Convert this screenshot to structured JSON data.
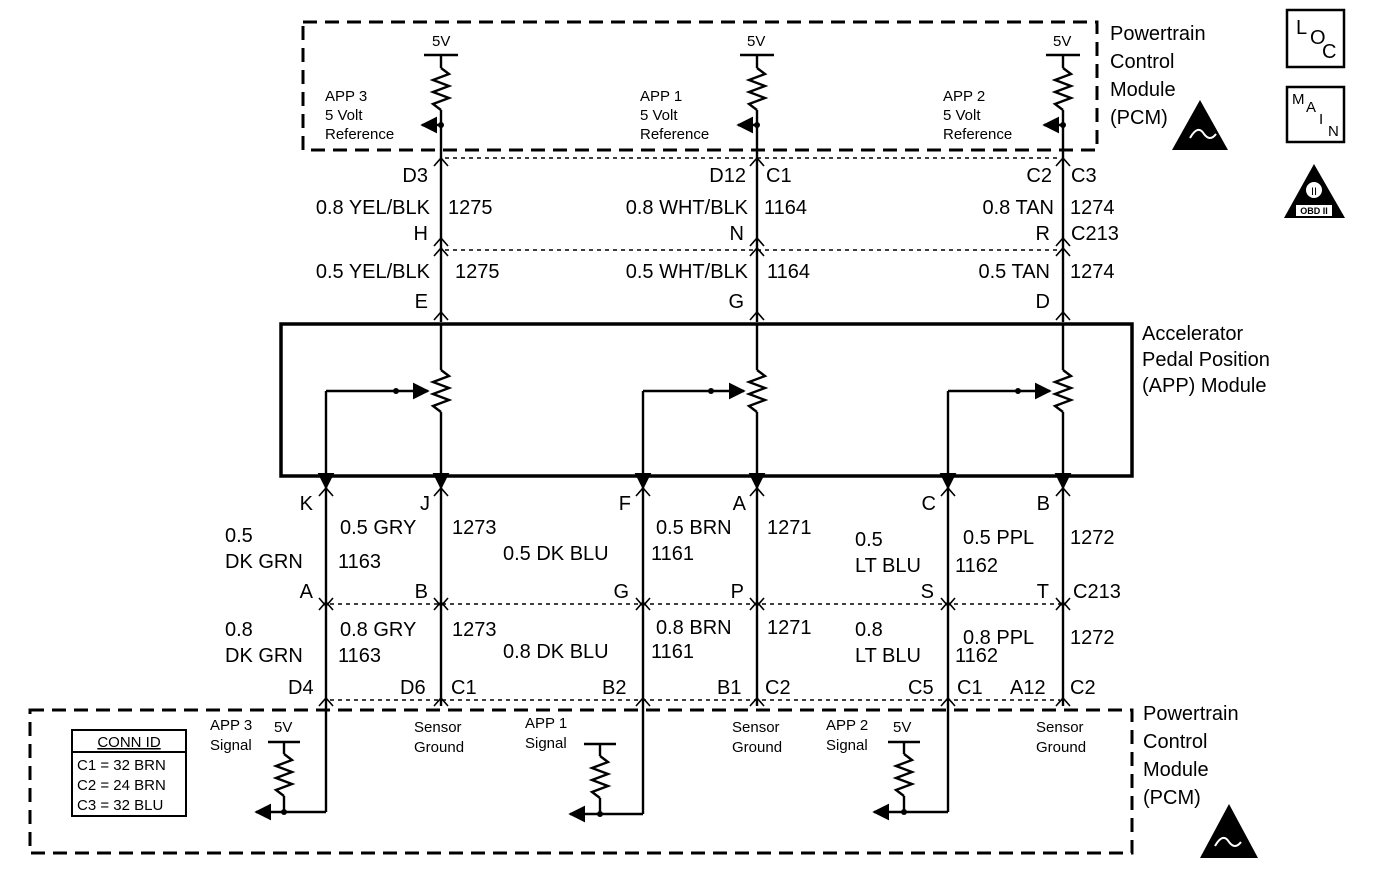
{
  "pcm_top": {
    "label_lines": [
      "Powertrain",
      "Control",
      "Module",
      "(PCM)"
    ],
    "channels": [
      {
        "id": "app3",
        "supply": "5V",
        "ref_lines": [
          "APP 3",
          "5 Volt",
          "Reference"
        ]
      },
      {
        "id": "app1",
        "supply": "5V",
        "ref_lines": [
          "APP 1",
          "5 Volt",
          "Reference"
        ]
      },
      {
        "id": "app2",
        "supply": "5V",
        "ref_lines": [
          "APP 2",
          "5 Volt",
          "Reference"
        ]
      }
    ]
  },
  "upper_harness": {
    "pcm_pins": [
      {
        "pin": "D3",
        "conn": ""
      },
      {
        "pin": "D12",
        "conn": "C1"
      },
      {
        "pin": "C2",
        "conn": "C3"
      }
    ],
    "wires_08": [
      {
        "wire": "0.8 YEL/BLK",
        "circuit": "1275"
      },
      {
        "wire": "0.8 WHT/BLK",
        "circuit": "1164"
      },
      {
        "wire": "0.8 TAN",
        "circuit": "1274"
      }
    ],
    "c213_pins": [
      "H",
      "N",
      "R"
    ],
    "c213_label": "C213",
    "wires_05": [
      {
        "wire": "0.5 YEL/BLK",
        "circuit": "1275"
      },
      {
        "wire": "0.5 WHT/BLK",
        "circuit": "1164"
      },
      {
        "wire": "0.5 TAN",
        "circuit": "1274"
      }
    ],
    "app_pins": [
      "E",
      "G",
      "D"
    ]
  },
  "app_module": {
    "label_lines": [
      "Accelerator",
      "Pedal Position",
      "(APP) Module"
    ]
  },
  "lower_harness": {
    "app_pins": [
      "K",
      "J",
      "F",
      "A",
      "C",
      "B"
    ],
    "wires_05": [
      {
        "wire_lines": [
          "0.5",
          "DK GRN"
        ],
        "circuit": "1163"
      },
      {
        "wire_lines": [
          "0.5 GRY"
        ],
        "circuit": "1273"
      },
      {
        "wire_lines": [
          "0.5 DK BLU"
        ],
        "circuit": "1161"
      },
      {
        "wire_lines": [
          "0.5 BRN"
        ],
        "circuit": "1271"
      },
      {
        "wire_lines": [
          "0.5",
          "LT BLU"
        ],
        "circuit": "1162"
      },
      {
        "wire_lines": [
          "0.5 PPL"
        ],
        "circuit": "1272"
      }
    ],
    "c213_pins": [
      "A",
      "B",
      "G",
      "P",
      "S",
      "T"
    ],
    "c213_label": "C213",
    "wires_08": [
      {
        "wire_lines": [
          "0.8",
          "DK GRN"
        ],
        "circuit": "1163"
      },
      {
        "wire_lines": [
          "0.8 GRY"
        ],
        "circuit": "1273"
      },
      {
        "wire_lines": [
          "0.8 DK BLU"
        ],
        "circuit": "1161"
      },
      {
        "wire_lines": [
          "0.8 BRN"
        ],
        "circuit": "1271"
      },
      {
        "wire_lines": [
          "0.8",
          "LT BLU"
        ],
        "circuit": "1162"
      },
      {
        "wire_lines": [
          "0.8 PPL"
        ],
        "circuit": "1272"
      }
    ],
    "pcm_pins": [
      {
        "pin": "D4",
        "conn": ""
      },
      {
        "pin": "D6",
        "conn": "C1"
      },
      {
        "pin": "B2",
        "conn": ""
      },
      {
        "pin": "B1",
        "conn": "C2"
      },
      {
        "pin": "C5",
        "conn": "C1"
      },
      {
        "pin": "A12",
        "conn": "C2"
      }
    ]
  },
  "pcm_bottom": {
    "label_lines": [
      "Powertrain",
      "Control",
      "Module",
      "(PCM)"
    ],
    "signals": [
      {
        "lines": [
          "APP 3",
          "Signal"
        ],
        "supply": "5V"
      },
      {
        "lines": [
          "APP 1",
          "Signal"
        ],
        "supply": ""
      },
      {
        "lines": [
          "APP 2",
          "Signal"
        ],
        "supply": "5V"
      }
    ],
    "grounds": [
      {
        "lines": [
          "Sensor",
          "Ground"
        ]
      },
      {
        "lines": [
          "Sensor",
          "Ground"
        ]
      },
      {
        "lines": [
          "Sensor",
          "Ground"
        ]
      }
    ],
    "conn_id": {
      "title": "CONN ID",
      "rows": [
        "C1 = 32 BRN",
        "C2 = 24 BRN",
        "C3 = 32 BLU"
      ]
    }
  },
  "icons": [
    {
      "name": "loc-icon",
      "chars": [
        "L",
        "O",
        "C"
      ]
    },
    {
      "name": "main-icon",
      "chars": [
        "M",
        "A",
        "I",
        "N"
      ]
    },
    {
      "name": "obd2-icon",
      "chars": [
        "II",
        "OBD II"
      ]
    }
  ]
}
